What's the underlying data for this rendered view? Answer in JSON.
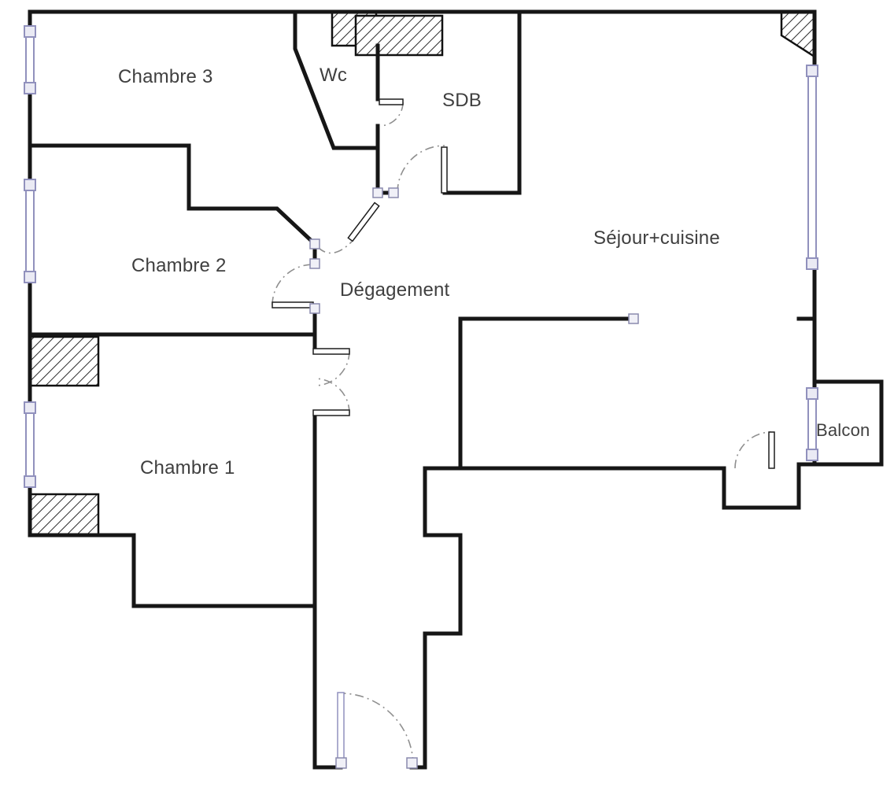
{
  "colors": {
    "wall": "#161616",
    "window_frame": "#9191bd",
    "window_fill": "#eaeaf4",
    "door_arc": "#8f8f8f",
    "hatch": "#2a2a2a",
    "text": "#3f3f3f",
    "background": "#ffffff"
  },
  "rooms": [
    {
      "id": "chambre3",
      "label": "Chambre 3"
    },
    {
      "id": "wc",
      "label": "Wc"
    },
    {
      "id": "sdb",
      "label": "SDB"
    },
    {
      "id": "sejour",
      "label": "Séjour+cuisine"
    },
    {
      "id": "chambre2",
      "label": "Chambre 2"
    },
    {
      "id": "degagement",
      "label": "Dégagement"
    },
    {
      "id": "chambre1",
      "label": "Chambre 1"
    },
    {
      "id": "balcon",
      "label": "Balcon"
    }
  ]
}
